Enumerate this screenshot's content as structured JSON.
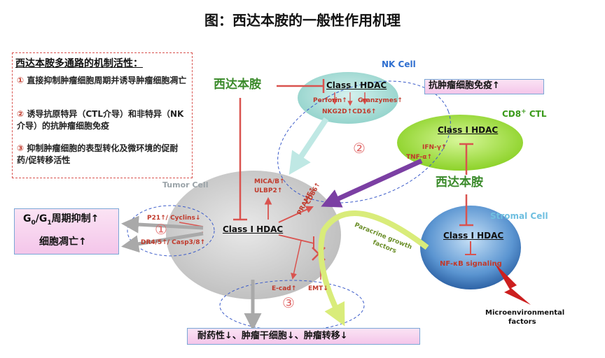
{
  "title": "图：西达本胺的一般性作用机理",
  "mechanism": {
    "heading": "西达本胺多通路的机制活性：",
    "items": [
      {
        "num": "①",
        "text": "直接抑制肿瘤细胞周期并诱导肿瘤细胞凋亡"
      },
      {
        "num": "②",
        "text": "诱导抗原特异（CTL介导）和非特异（NK介导）的抗肿瘤细胞免疫"
      },
      {
        "num": "③",
        "text": "抑制肿瘤细胞的表型转化及微环境的促耐药/促转移活性"
      }
    ]
  },
  "drug_name": "西达本胺",
  "hdac_label": "Class I HDAC",
  "nk_cell": {
    "label": "NK Cell",
    "perforin": "Perforin↑",
    "granzymes": "Granzymes↑",
    "receptors": "NKG2D↑CD16↑"
  },
  "immunity_box": "抗肿瘤细胞免疫↑",
  "ctl": {
    "label_main": "CD8",
    "label_sup": "+",
    "label_rest": " CTL",
    "ifn": "IFN-γ↑",
    "tnf": "TNF-α↑"
  },
  "tumor_cell": {
    "label": "Tumor Cell",
    "mica": "MICA/B↑",
    "ulbp": "ULBP2↑",
    "cd86": "CD86↑",
    "prame": "PRAME↑",
    "p21": "P21↑/ Cyclins↓",
    "dr": "DR4/5↑/ Casp3/8↑",
    "ecad": "E-cad↑",
    "emt": "EMT↓"
  },
  "cell_cycle_box": {
    "line1_pre": "G",
    "line1_sub1": "0",
    "line1_mid": "/G",
    "line1_sub2": "1",
    "line1_post": "周期抑制↑",
    "line2": "细胞凋亡↑"
  },
  "bottom_box": "耐药性↓、肿瘤干细胞↓、肿瘤转移↓",
  "stromal": {
    "label": "Stromal Cell",
    "nfkb": "NF-κB signaling"
  },
  "paracrine": {
    "line1": "Paracrine growth",
    "line2": "factors"
  },
  "micro": {
    "line1": "Microenvironmental",
    "line2": "factors"
  },
  "circle_nums": {
    "one": "①",
    "two": "②",
    "three": "③"
  },
  "colors": {
    "drug_green": "#3a8a2a",
    "inhibit_red": "#d9534f",
    "nk_cyan": "#9fd9d3",
    "ctl_green": "#8fd62a",
    "stromal_blue": "#2f6fb5",
    "text_red": "#c0392b"
  }
}
